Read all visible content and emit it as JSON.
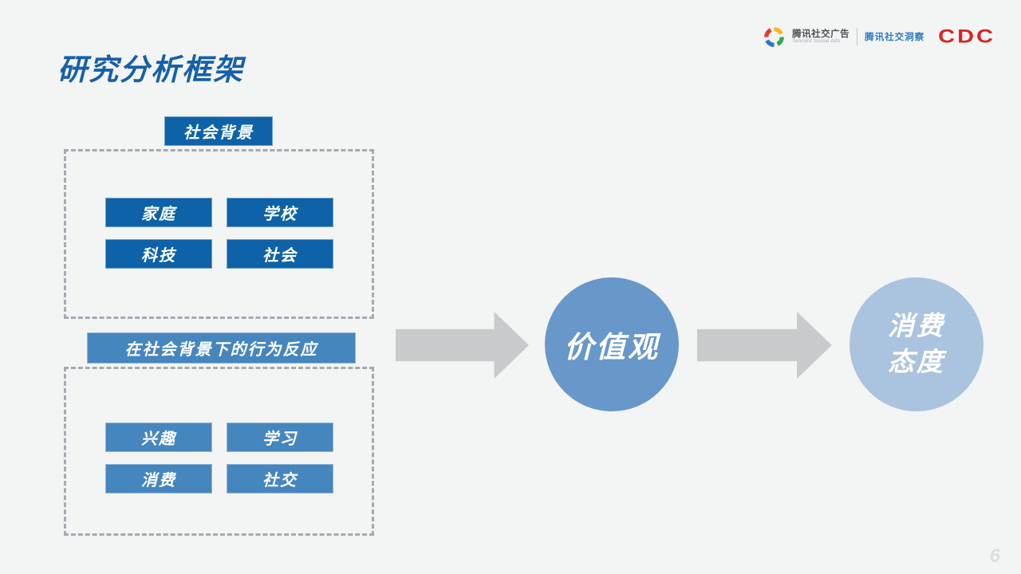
{
  "slide": {
    "title": "研究分析框架",
    "page_number": "6"
  },
  "header_logos": {
    "tencent_ads_name": "腾讯社交广告",
    "tencent_ads_subtitle": "Tencent Social Ads",
    "tencent_insight": "腾讯社交洞察",
    "cdc": "CDC"
  },
  "diagram": {
    "social_background": {
      "label": "社会背景",
      "items": [
        "家庭",
        "学校",
        "科技",
        "社会"
      ]
    },
    "behavior": {
      "label": "在社会背景下的行为反应",
      "items": [
        "兴趣",
        "学习",
        "消费",
        "社交"
      ]
    },
    "values_circle": {
      "label": "价值观"
    },
    "attitude_circle": {
      "line1": "消费",
      "line2": "态度"
    }
  },
  "colors": {
    "background": "#F3F4F4",
    "title_blue": "#1660A8",
    "dark_blue": "#0E62A8",
    "medium_blue": "#4686BF",
    "values_circle_blue": "#6897C9",
    "attitude_circle_blue": "#AAC3DF",
    "arrow_gray": "#C8CACC",
    "dashed_border_gray": "#A4AAB2",
    "cdc_red": "#D7261D",
    "insight_blue": "#2E7BBD"
  }
}
